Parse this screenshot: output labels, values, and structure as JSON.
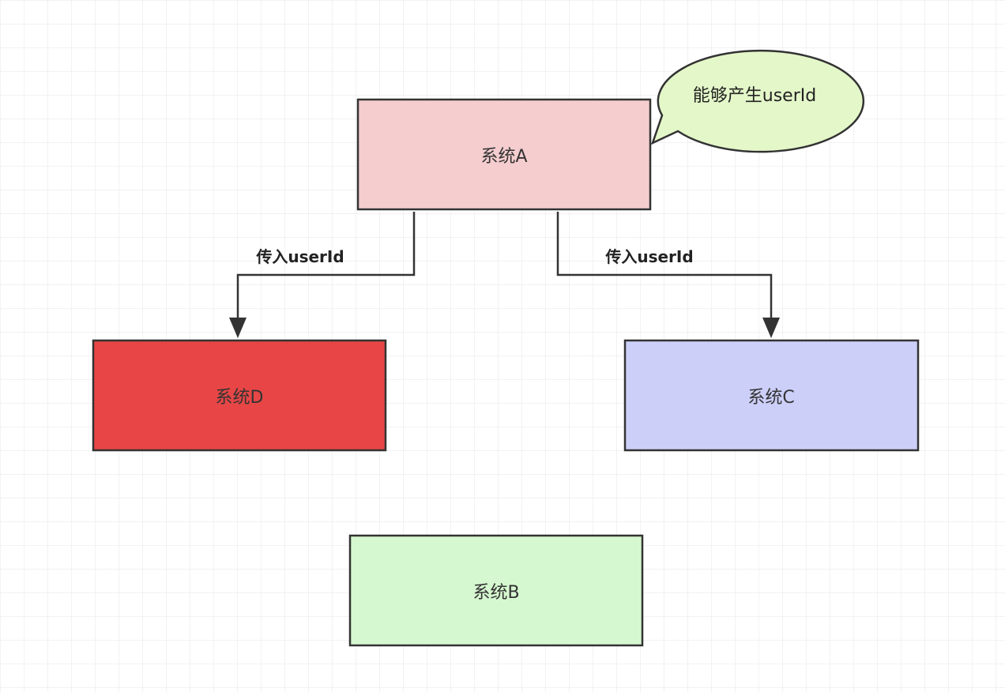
{
  "diagram": {
    "nodes": {
      "a": {
        "label": "系统A",
        "fill": "#f5cdcf"
      },
      "d": {
        "label": "系统D",
        "fill": "#e84646"
      },
      "c": {
        "label": "系统C",
        "fill": "#cccff8"
      },
      "b": {
        "label": "系统B",
        "fill": "#d6f8d0"
      }
    },
    "callout": {
      "label": "能够产生userId",
      "fill": "#e4f7c9"
    },
    "edges": [
      {
        "from": "系统A",
        "to": "系统D",
        "label": "传入userId"
      },
      {
        "from": "系统A",
        "to": "系统C",
        "label": "传入userId"
      }
    ],
    "colors": {
      "grid": "#e6e6e6",
      "stroke": "#333333",
      "background": "#ffffff"
    }
  }
}
